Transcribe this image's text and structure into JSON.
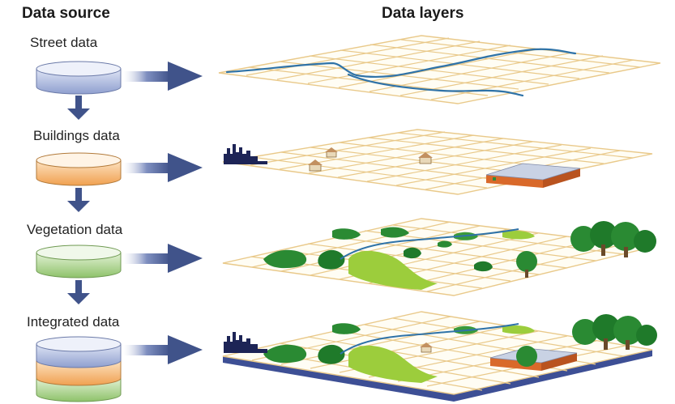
{
  "headings": {
    "source": "Data source",
    "layers": "Data layers"
  },
  "sources": [
    {
      "label": "Street data",
      "color": "#8f9fcf",
      "layer": "street-layer"
    },
    {
      "label": "Buildings data",
      "color": "#f0a050",
      "layer": "buildings-layer"
    },
    {
      "label": "Vegetation data",
      "color": "#8ec26a",
      "layer": "vegetation-layer"
    },
    {
      "label": "Integrated data",
      "color": "mixed",
      "layer": "integrated-layer"
    }
  ],
  "colors": {
    "arrow": "#40538a",
    "grid_line": "#e9c98a",
    "street": "#2f73a8",
    "tree_dark": "#1f7a2a",
    "tree_light": "#9ccd3c",
    "base_blue": "#3d4f95"
  }
}
